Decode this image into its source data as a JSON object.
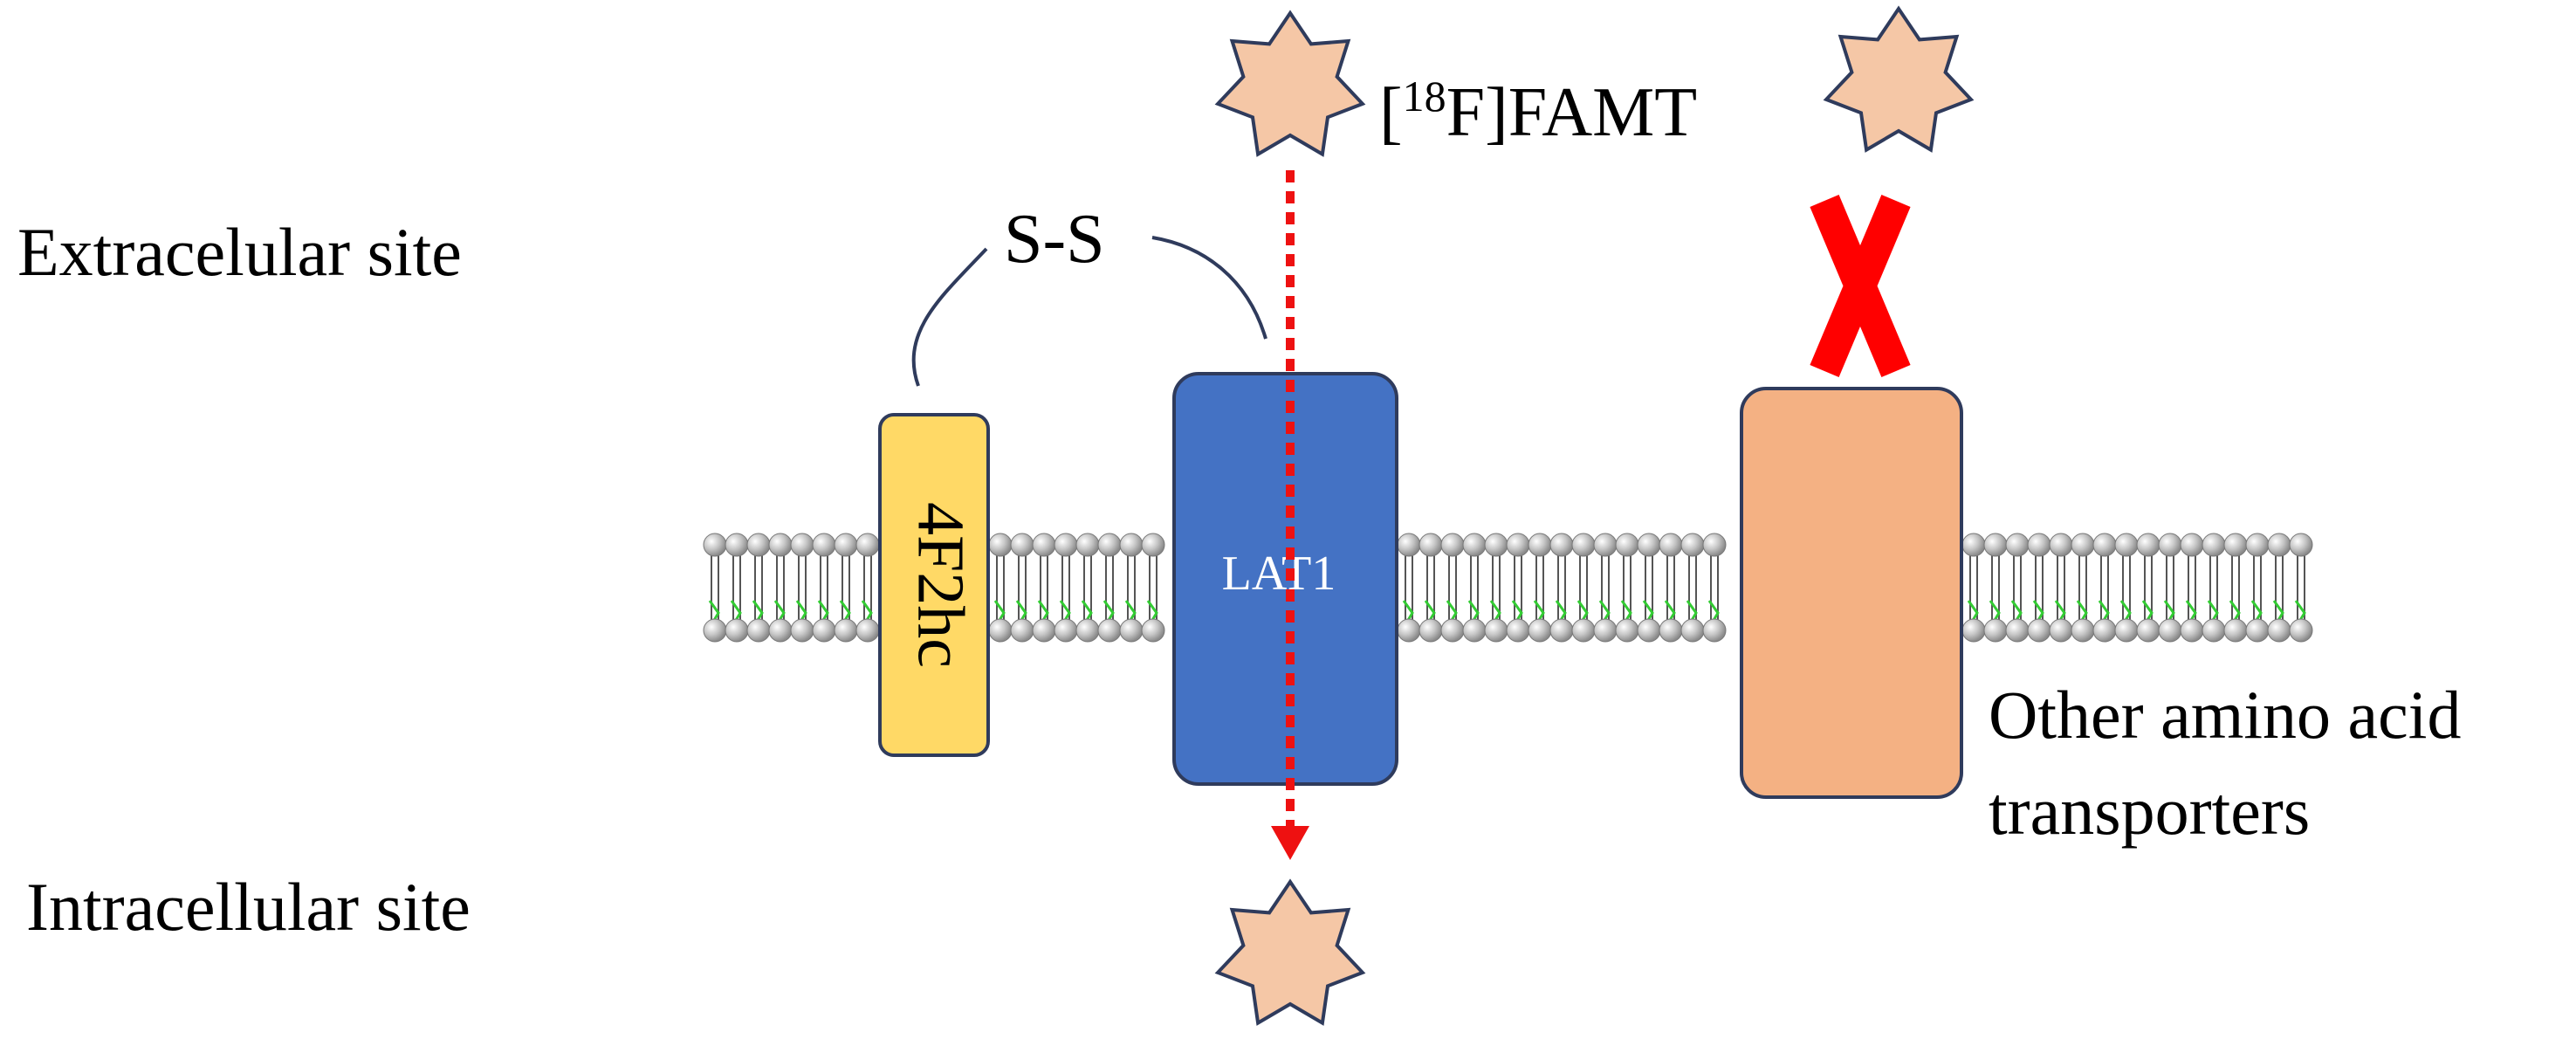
{
  "labels": {
    "extracellular": "Extracelular site",
    "intracellular": "Intracellular site",
    "disulfide": "S-S",
    "tracer_bracket_open": "[",
    "tracer_isotope": "18",
    "tracer_rest": "F]FAMT",
    "heavy_chain": "4F2hc",
    "lat1": "LAT1",
    "other_transporters_line1": "Other amino acid",
    "other_transporters_line2": "transporters"
  },
  "colors": {
    "molecule_fill": "#F5C7A6",
    "molecule_stroke": "#2F3B5C",
    "heavy_chain_fill": "#FFD966",
    "lat1_fill": "#4472C4",
    "other_transporter_fill": "#F4B183",
    "box_stroke": "#2F3B5C",
    "arrow": "#EE1111",
    "block_x": "#FF0000",
    "lipid_head": "#A8A8A8",
    "lipid_tail_accent": "#33CC33",
    "bond_line": "#2F3B5C"
  },
  "icons": {
    "tracer_molecule": "seven-point-star",
    "blocked": "x-mark",
    "membrane": "phospholipid-bilayer"
  }
}
